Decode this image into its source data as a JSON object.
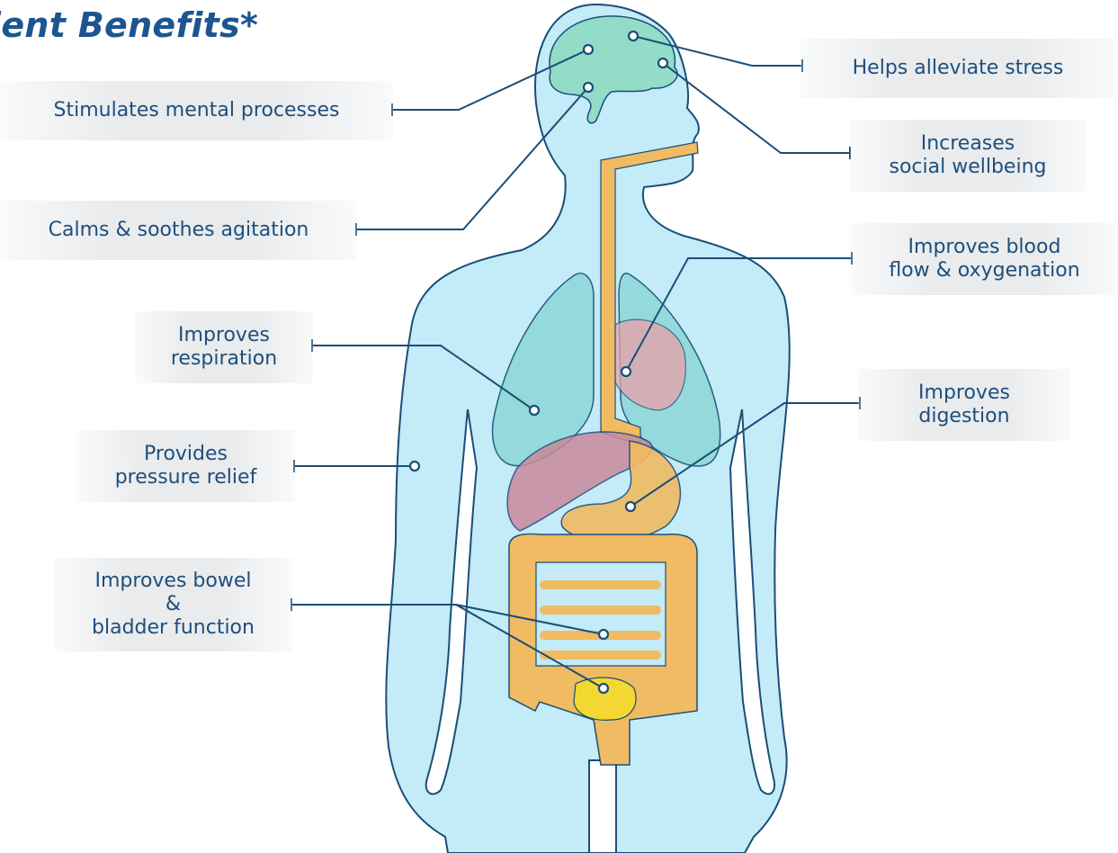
{
  "title": "ient Benefits*",
  "colors": {
    "body_fill": "#c3ebf8",
    "outline": "#1a4e78",
    "lung_fill": "#8fd8d8",
    "brain_fill": "#92dcc8",
    "esophagus_fill": "#f0bb62",
    "liver_fill": "#c9899c",
    "heart_fill": "#e8a2a9",
    "bladder_fill": "#f2d830",
    "label_bg": "#e9ebed",
    "label_text": "#1e4f7c",
    "title_color": "#1d5591"
  },
  "labels": {
    "stress": "Helps alleviate stress",
    "mental": "Stimulates mental processes",
    "social": "Increases\nsocial wellbeing",
    "calms": "Calms & soothes agitation",
    "blood": "Improves blood\nflow & oxygenation",
    "respiration": "Improves\nrespiration",
    "digestion": "Improves\ndigestion",
    "pressure": "Provides\npressure relief",
    "bowel": "Improves bowel\n&\nbladder function"
  }
}
